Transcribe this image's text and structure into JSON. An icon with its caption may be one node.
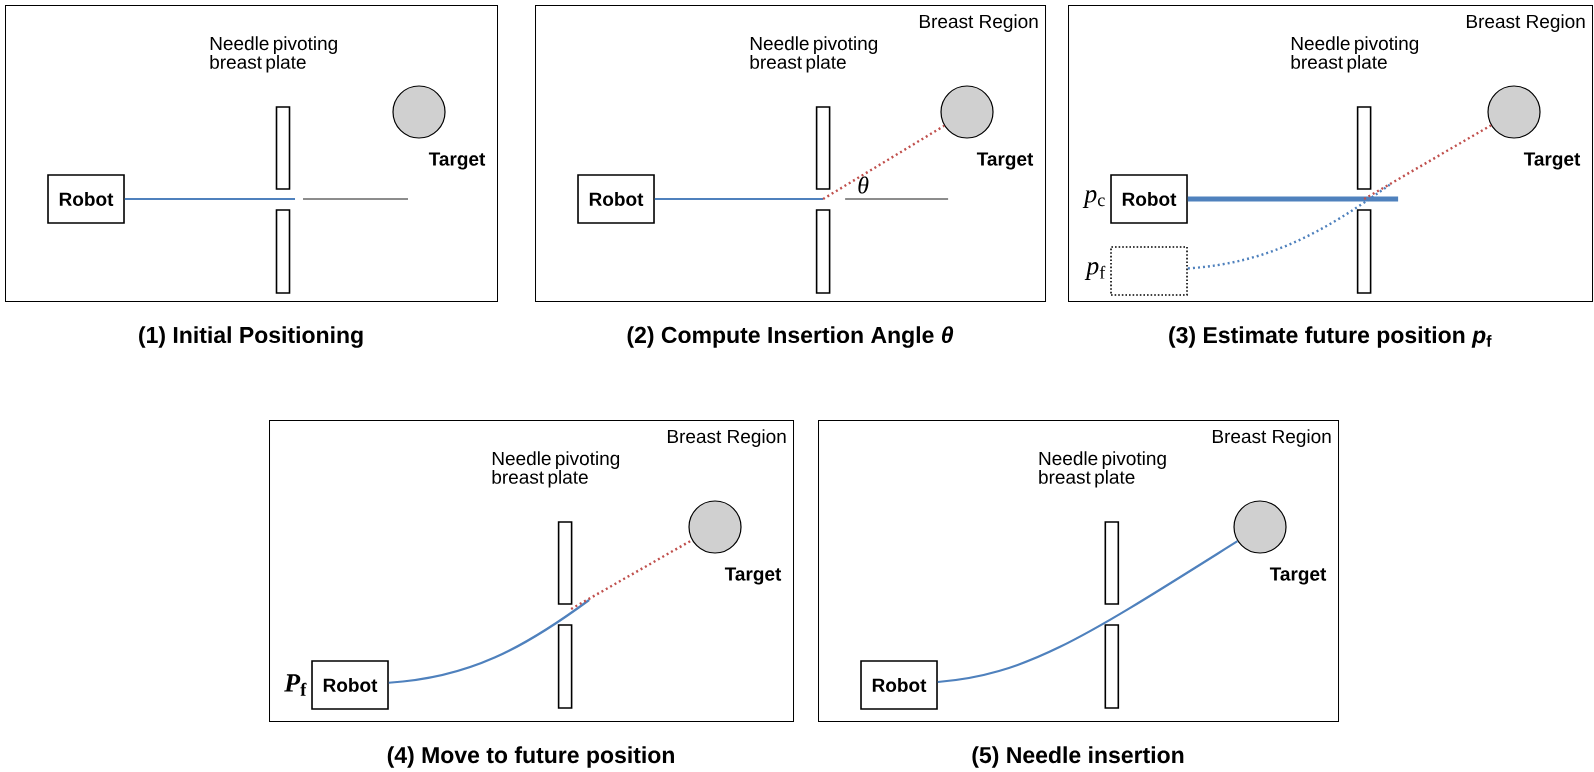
{
  "diagram": {
    "nodes": [
      {
        "text": [
          "(1) Initial Positioning"
        ]
      },
      {
        "text": [
          "Robot"
        ],
        "in": 0
      },
      {
        "text": [],
        "shape": "circle",
        "in": 0,
        "beside": [
          "Target"
        ]
      },
      {
        "text": [
          "Breast Region",
          "(2) Compute Insertion Angle *θ*"
        ]
      },
      {
        "text": [
          "Robot"
        ],
        "in": 3
      },
      {
        "text": [],
        "shape": "circle",
        "in": 3,
        "beside": [
          "Target"
        ]
      },
      {
        "text": [
          "Breast Region",
          "(3) Estimate future position *p*$_{f}$"
        ]
      },
      {
        "text": [
          "Robot"
        ],
        "in": 6,
        "beside": [
          "*p*$_{c}$"
        ]
      },
      {
        "text": [],
        "shape": "box",
        "in": 6,
        "beside": [
          "*p*$_{f}$"
        ]
      },
      {
        "text": [],
        "shape": "circle",
        "in": 6,
        "beside": [
          "Target"
        ]
      },
      {
        "text": [
          "Breast Region",
          "(4) Move to future position"
        ]
      },
      {
        "text": [
          "Robot"
        ],
        "in": 10,
        "beside": [
          "*P*$_{f}$"
        ]
      },
      {
        "text": [],
        "shape": "circle",
        "in": 10,
        "beside": [
          "Target"
        ]
      },
      {
        "text": [
          "Breast Region",
          "(5) Needle insertion"
        ]
      },
      {
        "text": [
          "Robot"
        ],
        "in": 13
      },
      {
        "text": [],
        "shape": "circle",
        "in": 13,
        "beside": [
          "Target"
        ]
      }
    ],
    "edges": [
      {
        "from": 1,
        "to": null,
        "arrow": "none"
      },
      {
        "from": 4,
        "to": null,
        "arrow": "none"
      },
      {
        "from": null,
        "to": 5,
        "arrow": "none",
        "style": "dashed",
        "color": "#c0504d"
      },
      {
        "from": 7,
        "to": null,
        "arrow": "none",
        "style": "thick"
      },
      {
        "from": 8,
        "to": null,
        "arrow": "none",
        "style": "dashed"
      },
      {
        "from": null,
        "to": 9,
        "arrow": "none",
        "style": "dashed",
        "color": "#c0504d"
      },
      {
        "from": 11,
        "to": null,
        "arrow": "none"
      },
      {
        "from": null,
        "to": 12,
        "arrow": "none",
        "style": "dashed",
        "color": "#c0504d"
      },
      {
        "from": 14,
        "to": 15,
        "arrow": "none"
      }
    ],
    "labels": [
      "Needle pivoting breast plate",
      "Needle pivoting breast plate",
      "*θ*",
      "Needle pivoting breast plate",
      "Needle pivoting breast plate",
      "Needle pivoting breast plate"
    ]
  }
}
